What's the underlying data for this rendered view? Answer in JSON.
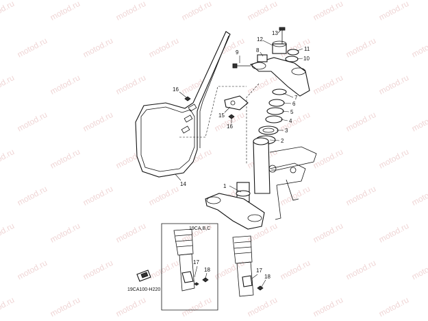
{
  "watermark": "motod.ru",
  "inset": {
    "title": "19CA,B,C"
  },
  "drawing_code": "19CA100-H220",
  "callouts": {
    "c1": "1",
    "c2": "2",
    "c3": "3",
    "c4": "4",
    "c5": "5",
    "c6": "6",
    "c7": "7",
    "c8": "8",
    "c9": "9",
    "c10": "10",
    "c11": "11",
    "c12": "12",
    "c13": "13",
    "c14": "14",
    "c15": "15",
    "c16a": "16",
    "c16b": "16",
    "c17a": "17",
    "c17b": "17",
    "c18a": "18",
    "c18b": "18"
  }
}
